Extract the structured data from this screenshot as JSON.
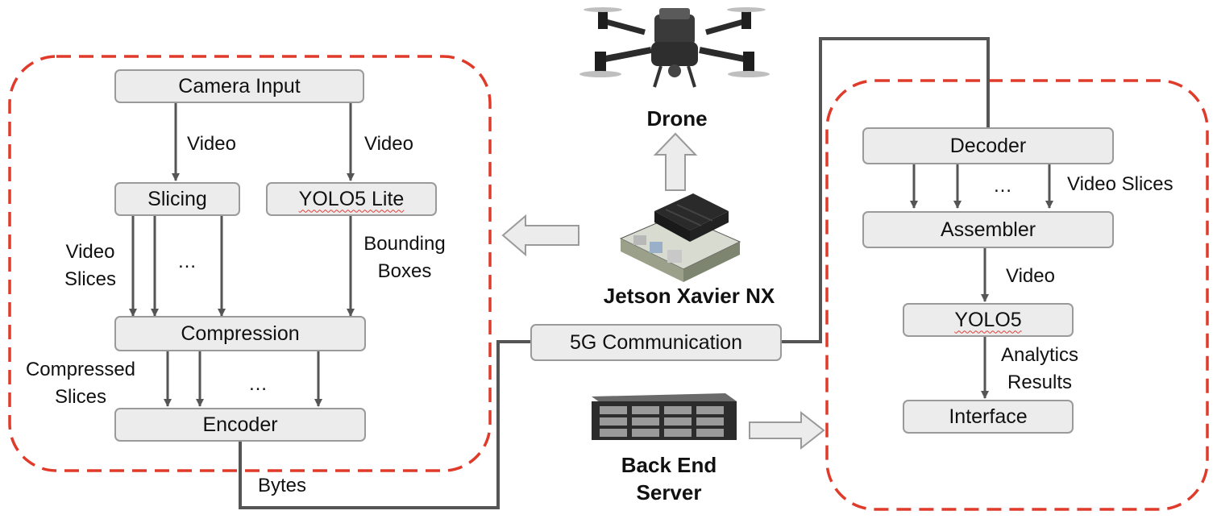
{
  "colors": {
    "region_border": "#e03a2a",
    "connector": "#555555",
    "box_fill": "#ececec",
    "box_border": "#9a9a9a"
  },
  "icons": [
    "drone-icon",
    "jetson-board-icon",
    "server-icon"
  ],
  "edge": {
    "boxes": {
      "camera_input": "Camera Input",
      "slicing": "Slicing",
      "yolo_lite": "YOLO5 Lite",
      "compression": "Compression",
      "encoder": "Encoder"
    },
    "labels": {
      "video_left": "Video",
      "video_right": "Video",
      "video_slices_line1": "Video",
      "video_slices_line2": "Slices",
      "ellipsis_1": "…",
      "bounding_line1": "Bounding",
      "bounding_line2": "Boxes",
      "compressed_line1": "Compressed",
      "compressed_line2": "Slices",
      "ellipsis_2": "…",
      "bytes": "Bytes"
    }
  },
  "devices": {
    "drone": "Drone",
    "jetson": "Jetson Xavier NX",
    "server_line1": "Back End",
    "server_line2": "Server"
  },
  "network": {
    "comm": "5G Communication"
  },
  "backend": {
    "boxes": {
      "decoder": "Decoder",
      "assembler": "Assembler",
      "yolo": "YOLO5",
      "interface": "Interface"
    },
    "labels": {
      "ellipsis": "…",
      "video_slices": "Video Slices",
      "video": "Video",
      "analytics_line1": "Analytics",
      "analytics_line2": "Results"
    }
  }
}
